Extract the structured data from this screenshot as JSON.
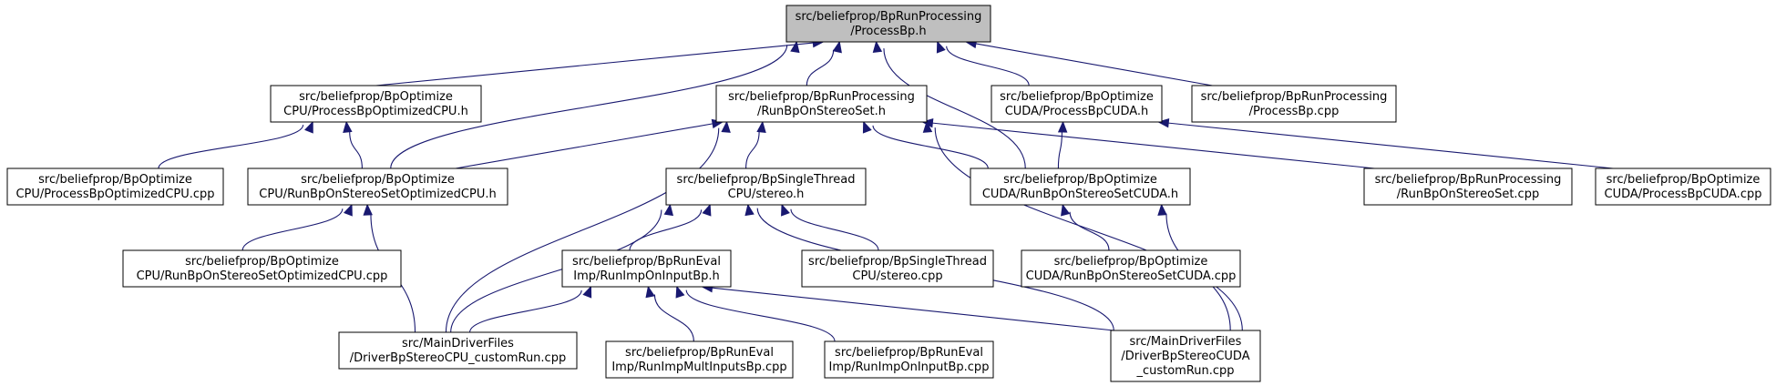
{
  "colors": {
    "edge": "#191970",
    "root_fill": "#bfbfbf",
    "node_fill": "#ffffff"
  },
  "nodes": [
    {
      "id": "root",
      "lines": [
        "src/beliefprop/BpRunProcessing",
        "/ProcessBp.h"
      ]
    },
    {
      "id": "cpu_h",
      "lines": [
        "src/beliefprop/BpOptimize",
        "CPU/ProcessBpOptimizedCPU.h"
      ]
    },
    {
      "id": "runset_h",
      "lines": [
        "src/beliefprop/BpRunProcessing",
        "/RunBpOnStereoSet.h"
      ]
    },
    {
      "id": "cuda_h",
      "lines": [
        "src/beliefprop/BpOptimize",
        "CUDA/ProcessBpCUDA.h"
      ]
    },
    {
      "id": "root_cpp",
      "lines": [
        "src/beliefprop/BpRunProcessing",
        "/ProcessBp.cpp"
      ]
    },
    {
      "id": "cpu_cpp",
      "lines": [
        "src/beliefprop/BpOptimize",
        "CPU/ProcessBpOptimizedCPU.cpp"
      ]
    },
    {
      "id": "runcpu_h",
      "lines": [
        "src/beliefprop/BpOptimize",
        "CPU/RunBpOnStereoSetOptimizedCPU.h"
      ]
    },
    {
      "id": "stereo_h",
      "lines": [
        "src/beliefprop/BpSingleThread",
        "CPU/stereo.h"
      ]
    },
    {
      "id": "runcuda_h",
      "lines": [
        "src/beliefprop/BpOptimize",
        "CUDA/RunBpOnStereoSetCUDA.h"
      ]
    },
    {
      "id": "runset_cpp",
      "lines": [
        "src/beliefprop/BpRunProcessing",
        "/RunBpOnStereoSet.cpp"
      ]
    },
    {
      "id": "cuda_cpp",
      "lines": [
        "src/beliefprop/BpOptimize",
        "CUDA/ProcessBpCUDA.cpp"
      ]
    },
    {
      "id": "runcpu_cpp",
      "lines": [
        "src/beliefprop/BpOptimize",
        "CPU/RunBpOnStereoSetOptimizedCPU.cpp"
      ]
    },
    {
      "id": "runimp_h",
      "lines": [
        "src/beliefprop/BpRunEval",
        "Imp/RunImpOnInputBp.h"
      ]
    },
    {
      "id": "stereo_cpp",
      "lines": [
        "src/beliefprop/BpSingleThread",
        "CPU/stereo.cpp"
      ]
    },
    {
      "id": "runcuda_cpp",
      "lines": [
        "src/beliefprop/BpOptimize",
        "CUDA/RunBpOnStereoSetCUDA.cpp"
      ]
    },
    {
      "id": "drv_cpu",
      "lines": [
        "src/MainDriverFiles",
        "/DriverBpStereoCPU_customRun.cpp"
      ]
    },
    {
      "id": "multi_cpp",
      "lines": [
        "src/beliefprop/BpRunEval",
        "Imp/RunImpMultInputsBp.cpp"
      ]
    },
    {
      "id": "runimp_cpp",
      "lines": [
        "src/beliefprop/BpRunEval",
        "Imp/RunImpOnInputBp.cpp"
      ]
    },
    {
      "id": "drv_cuda",
      "lines": [
        "src/MainDriverFiles",
        "/DriverBpStereoCUDA",
        "_customRun.cpp"
      ]
    }
  ],
  "edges": [
    {
      "from": "cpu_h",
      "to": "root"
    },
    {
      "from": "runset_h",
      "to": "root"
    },
    {
      "from": "cuda_h",
      "to": "root"
    },
    {
      "from": "root_cpp",
      "to": "root"
    },
    {
      "from": "runcpu_h",
      "to": "root"
    },
    {
      "from": "runcuda_h",
      "to": "root"
    },
    {
      "from": "cpu_cpp",
      "to": "cpu_h"
    },
    {
      "from": "runcpu_h",
      "to": "cpu_h"
    },
    {
      "from": "runcpu_h",
      "to": "runset_h"
    },
    {
      "from": "stereo_h",
      "to": "runset_h"
    },
    {
      "from": "runcuda_h",
      "to": "runset_h"
    },
    {
      "from": "runset_cpp",
      "to": "runset_h"
    },
    {
      "from": "drv_cpu",
      "to": "runset_h"
    },
    {
      "from": "drv_cuda",
      "to": "runset_h"
    },
    {
      "from": "runcuda_h",
      "to": "cuda_h"
    },
    {
      "from": "cuda_cpp",
      "to": "cuda_h"
    },
    {
      "from": "runcpu_cpp",
      "to": "runcpu_h"
    },
    {
      "from": "drv_cpu",
      "to": "runcpu_h"
    },
    {
      "from": "runimp_h",
      "to": "stereo_h"
    },
    {
      "from": "stereo_cpp",
      "to": "stereo_h"
    },
    {
      "from": "drv_cpu",
      "to": "stereo_h"
    },
    {
      "from": "drv_cuda",
      "to": "stereo_h"
    },
    {
      "from": "runcuda_cpp",
      "to": "runcuda_h"
    },
    {
      "from": "drv_cuda",
      "to": "runcuda_h"
    },
    {
      "from": "drv_cpu",
      "to": "runimp_h"
    },
    {
      "from": "multi_cpp",
      "to": "runimp_h"
    },
    {
      "from": "runimp_cpp",
      "to": "runimp_h"
    },
    {
      "from": "drv_cuda",
      "to": "runimp_h"
    }
  ]
}
